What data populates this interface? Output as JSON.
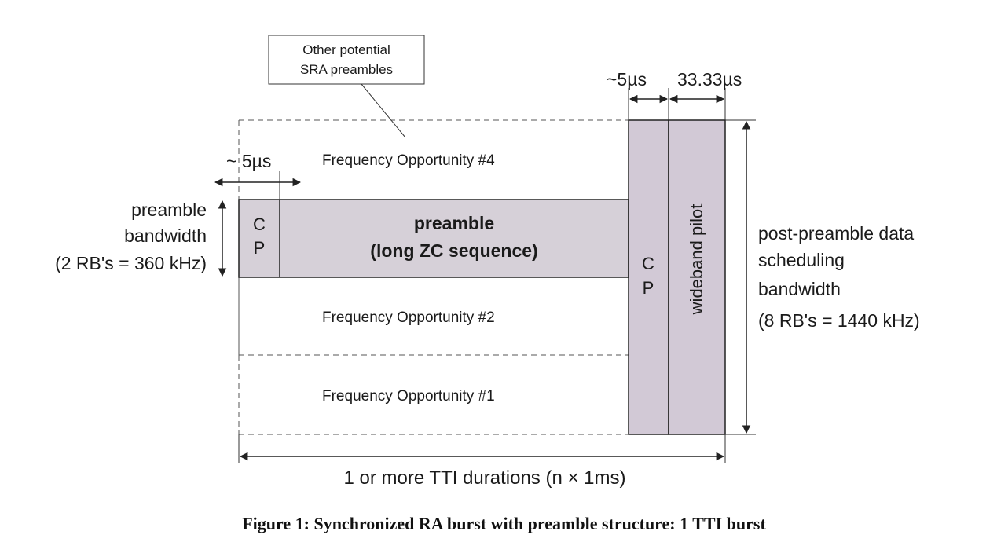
{
  "callout": {
    "line1": "Other potential",
    "line2": "SRA preambles"
  },
  "opportunities": {
    "op4": "Frequency Opportunity #4",
    "op2": "Frequency Opportunity #2",
    "op1": "Frequency Opportunity #1"
  },
  "preamble_cp": {
    "line1": "C",
    "line2": "P"
  },
  "preamble": {
    "line1": "preamble",
    "line2": "(long ZC sequence)"
  },
  "pilot_cp": {
    "line1": "C",
    "line2": "P"
  },
  "pilot_label": "wideband pilot",
  "cp_duration_label": "~ 5µs",
  "pilot_cp_duration_label": "~5µs",
  "pilot_duration_label": "33.33µs",
  "preamble_bandwidth": {
    "line1": "preamble",
    "line2": "bandwidth",
    "line3": "(2 RB's = 360 kHz)"
  },
  "post_bandwidth": {
    "line1": "post-preamble data",
    "line2": "scheduling",
    "line3": "bandwidth",
    "line4": "(8 RB's = 1440 kHz)"
  },
  "duration_label": "1 or more TTI durations (n × 1ms)",
  "caption": "Figure 1: Synchronized RA burst with preamble structure: 1 TTI burst",
  "colors": {
    "block_fill": "#d6d0d8",
    "pilot_fill": "#d2c9d6",
    "line": "#222222"
  }
}
